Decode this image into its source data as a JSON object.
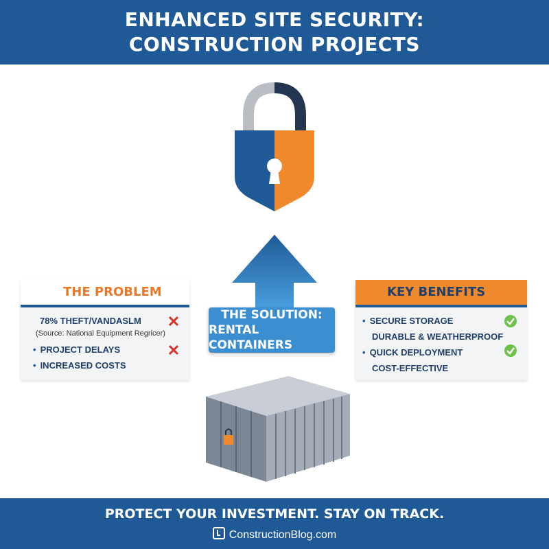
{
  "header": {
    "title_line1": "ENHANCED SITE SECURITY:",
    "title_line2": "CONSTRUCTION PROJECTS"
  },
  "problem": {
    "title": "THE PROBLEM",
    "icon": "gear-icon",
    "items": [
      {
        "text": "78% THEFT/VANDASLM",
        "mark": "x"
      },
      {
        "text": "(Source: National Equipment Regricer)"
      },
      {
        "text": "PROJECT DELAYS",
        "mark": "x"
      },
      {
        "text": "INCREASED COSTS"
      }
    ]
  },
  "solution": {
    "line1": "THE SOLUTION:",
    "line2": "RENTAL CONTAINERS"
  },
  "benefits": {
    "title": "KEY BENEFITS",
    "icon": "shield-icon",
    "items": [
      {
        "text": "SECURE STORAGE",
        "mark": "check"
      },
      {
        "text": "DURABLE & WEATHERPROOF"
      },
      {
        "text": "QUICK DEPLOYMENT",
        "mark": "check"
      },
      {
        "text": "COST-EFFECTIVE"
      }
    ]
  },
  "footer": {
    "tagline": "PROTECT YOUR INVESTMENT. STAY ON TRACK.",
    "site": "ConstructionBlog.com"
  },
  "colors": {
    "brand_blue": "#1f5a96",
    "accent_orange": "#f0892c",
    "danger_red": "#d9302a",
    "success_green": "#6cc24a"
  }
}
